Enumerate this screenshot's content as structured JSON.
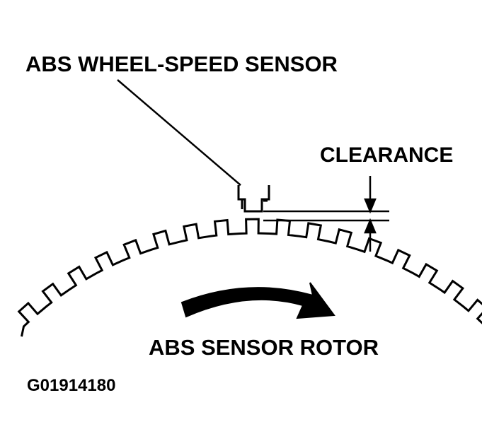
{
  "labels": {
    "sensor": "ABS WHEEL-SPEED SENSOR",
    "clearance": "CLEARANCE",
    "rotor": "ABS SENSOR ROTOR",
    "figure_id": "G01914180"
  },
  "rotor": {
    "tooth_count_visible": 17,
    "rotation_direction": "clockwise"
  },
  "colors": {
    "ink": "#000000",
    "background": "#ffffff"
  }
}
